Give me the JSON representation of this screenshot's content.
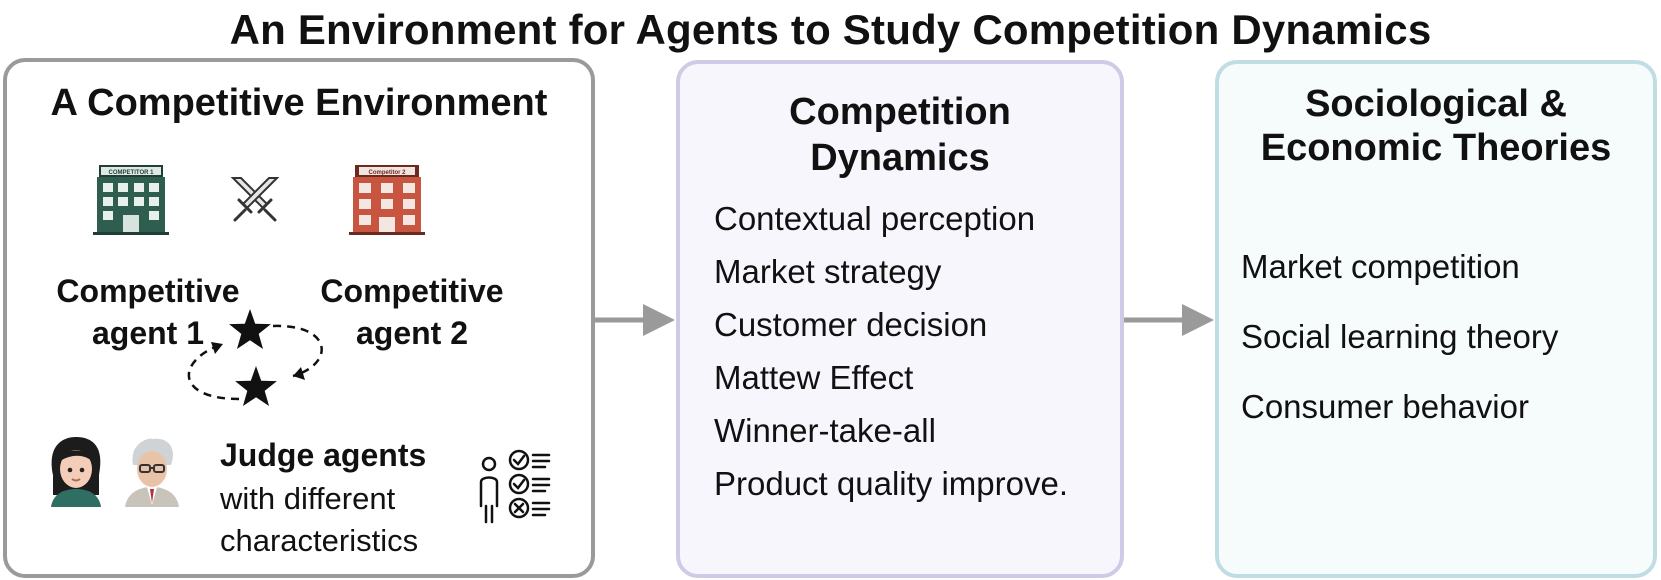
{
  "title": "An Environment for Agents to Study Competition Dynamics",
  "environment": {
    "heading": "A Competitive Environment",
    "building1_sign": "COMPETITOR 1",
    "building2_sign": "Competitor 2",
    "agent1_label": "Competitive agent 1",
    "agent2_label": "Competitive agent 2",
    "judge_title": "Judge agents",
    "judge_desc": "with different characteristics",
    "icons": [
      "building-icon",
      "crossed-swords-icon",
      "star-icon",
      "cycle-arrows-icon",
      "woman-avatar-icon",
      "old-man-avatar-icon",
      "checklist-icon"
    ]
  },
  "dynamics": {
    "heading": "Competition Dynamics",
    "items": [
      "Contextual perception",
      "Market strategy",
      "Customer decision",
      "Mattew Effect",
      "Winner-take-all",
      "Product quality improve."
    ]
  },
  "theories": {
    "heading": "Sociological & Economic Theories",
    "items": [
      "Market competition",
      "Social learning theory",
      "Consumer behavior"
    ]
  },
  "colors": {
    "box1_border": "#9a9a9a",
    "box2_border": "#cfcbe6",
    "box2_fill": "#f7f6fd",
    "box3_border": "#bfdde2",
    "box3_fill": "#f6fbfc",
    "arrow": "#9a9a9a",
    "building1": "#2f5d4f",
    "building2": "#c8553f"
  }
}
